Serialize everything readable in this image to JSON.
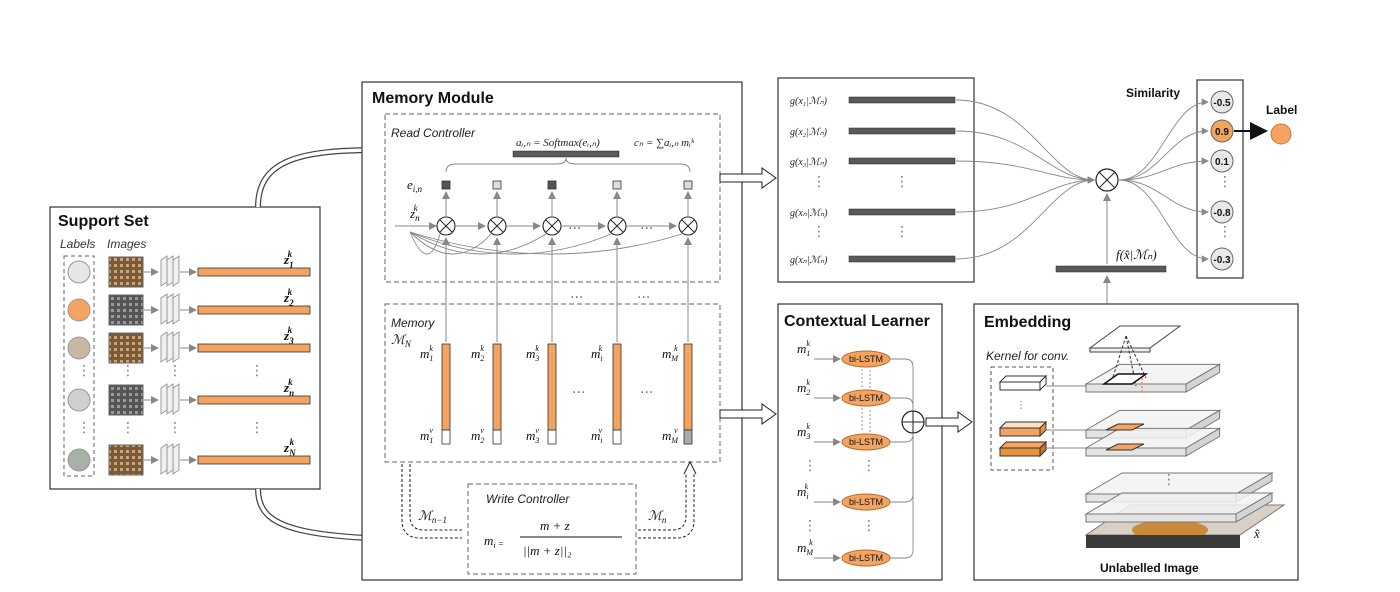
{
  "support_set": {
    "title": "Support Set",
    "labels_header": "Labels",
    "images_header": "Images",
    "z_labels": [
      "z",
      "z",
      "z",
      "z",
      "z"
    ],
    "z_subs": [
      "1",
      "2",
      "3",
      "n",
      "N"
    ],
    "z_sup": "k",
    "label_colors": [
      "#e6e6e6",
      "#f4a460",
      "#c8b8a2",
      "#d0d0d0",
      "#a8b0a8"
    ]
  },
  "memory_module": {
    "title": "Memory Module",
    "read_controller": "Read Controller",
    "eq_attention": "aᵢ,ₙ = Softmax(eᵢ,ₙ)",
    "eq_context": "cₙ = ∑aᵢ,ₙ mᵢᵏ",
    "e_label": "e",
    "e_sub": "i,n",
    "z_label": "z",
    "z_sub": "n",
    "z_sup": "k",
    "memory_label": "Memory",
    "memory_symbol": "ℳ",
    "memory_sub": "N",
    "mk_subs": [
      "1",
      "2",
      "3",
      "i",
      "M"
    ],
    "mv_subs": [
      "1",
      "2",
      "3",
      "i",
      "M"
    ],
    "m_label": "m",
    "k_sup": "k",
    "v_sup": "v"
  },
  "write_controller": {
    "title": "Write Controller",
    "m_prev": "ℳ",
    "m_prev_sub": "n−1",
    "m_next": "ℳ",
    "m_next_sub": "n",
    "lhs": "m",
    "numerator": "m + z",
    "denominator": "||m + z||₂"
  },
  "g_list": {
    "items": [
      "g(x₁|ℳₙ)",
      "g(x₂|ℳₙ)",
      "g(x₃|ℳₙ)",
      "g(xₙ|ℳₙ)",
      "g(xₙ|ℳₙ)"
    ]
  },
  "contextual_learner": {
    "title": "Contextual Learner",
    "cell_label": "bi-LSTM",
    "m_subs": [
      "1",
      "2",
      "3",
      "i",
      "M"
    ]
  },
  "embedding": {
    "title": "Embedding",
    "kernel_label": "Kernel for conv.",
    "f_label": "f(x̂|ℳₙ)",
    "x_hat": "x̂",
    "unlabelled": "Unlabelled Image"
  },
  "similarity": {
    "title": "Similarity",
    "scores": [
      "-0.5",
      "0.9",
      "0.1",
      "-0.8",
      "-0.3"
    ],
    "label_title": "Label"
  },
  "colors": {
    "orange": "#f4a460",
    "orange_dark": "#e8923a",
    "grey_bar": "#5a5a5a",
    "line": "#888888"
  }
}
